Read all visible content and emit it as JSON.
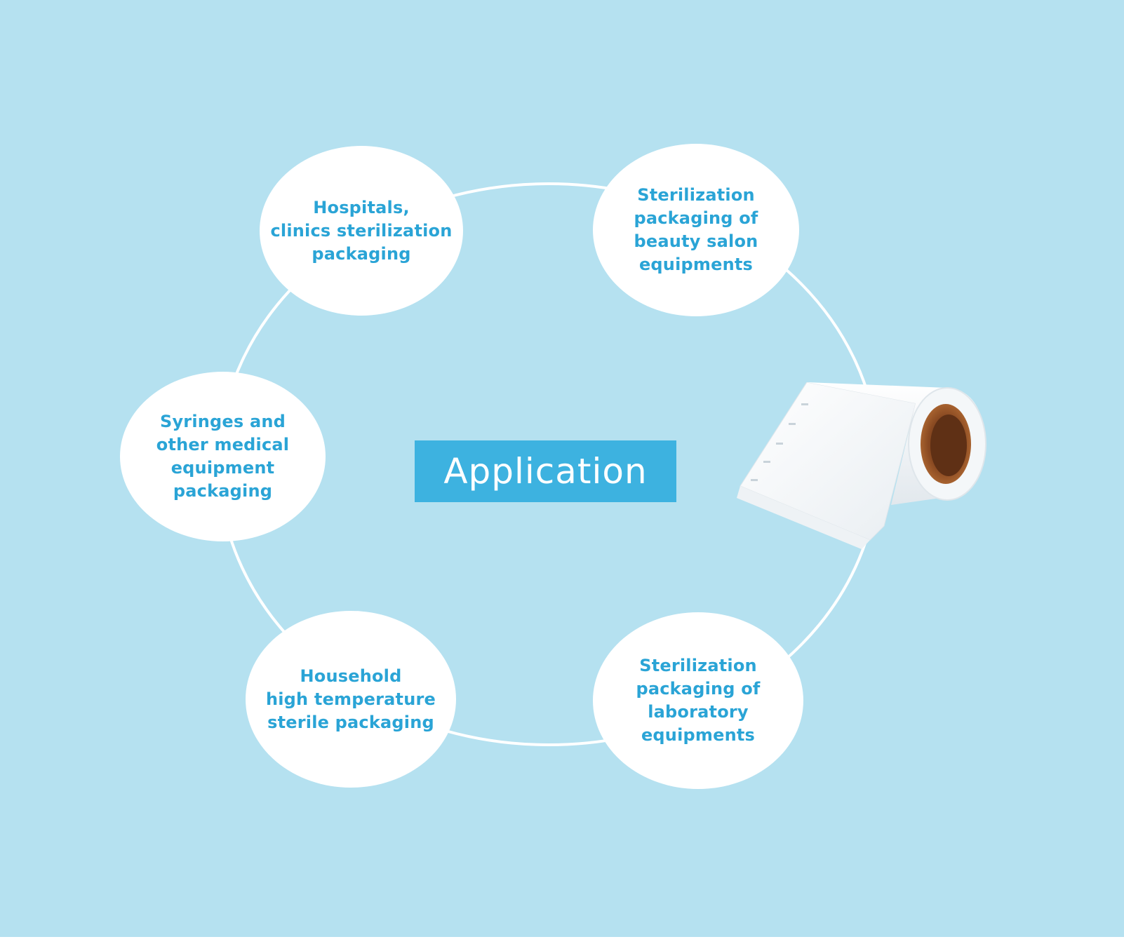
{
  "title": "Application",
  "applications": [
    {
      "label": "Hospitals,\nclinics sterilization\npackaging"
    },
    {
      "label": "Sterilization\npackaging of\nbeauty salon\nequipments"
    },
    {
      "label": "Syringes and\nother medical\nequipment\npackaging"
    },
    {
      "label": "Household\nhigh temperature\nsterile packaging"
    },
    {
      "label": "Sterilization\npackaging of\nlaboratory\nequipments"
    }
  ],
  "colors": {
    "background": "#b5e1f0",
    "accent": "#3db2e0",
    "text": "#2aa4d6",
    "bubble": "#ffffff"
  },
  "icons": {
    "product": "sterilization-roll-icon"
  }
}
